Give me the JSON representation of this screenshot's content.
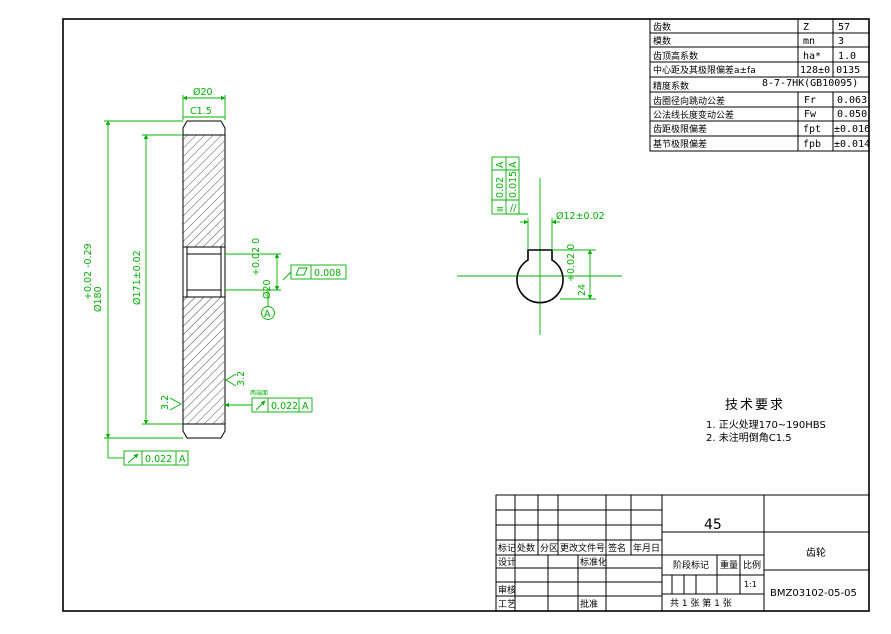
{
  "colors": {
    "outline": "#000000",
    "dimension": "#00b000",
    "background": "#ffffff"
  },
  "gear_params": {
    "rows": [
      {
        "name": "齿数",
        "symbol": "Z",
        "value": "57"
      },
      {
        "name": "模数",
        "symbol": "mn",
        "value": "3"
      },
      {
        "name": "齿顶高系数",
        "symbol": "ha*",
        "value": "1.0"
      },
      {
        "name": "中心距及其极限偏差a±fa",
        "symbol": "",
        "value": "128±0.0135"
      },
      {
        "name": "精度系数",
        "symbol": "",
        "value": "8-7-7HK(GB10095)"
      },
      {
        "name": "齿圈径向跳动公差",
        "symbol": "Fr",
        "value": "0.063"
      },
      {
        "name": "公法线长度变动公差",
        "symbol": "Fw",
        "value": "0.050"
      },
      {
        "name": "齿距极限偏差",
        "symbol": "fpt",
        "value": "±0.016"
      },
      {
        "name": "基节极限偏差",
        "symbol": "fpb",
        "value": "±0.014"
      }
    ]
  },
  "front_view": {
    "dim_top_width": "Ø20",
    "dim_chamfer": "C1.5",
    "dim_outer_tol": "+0.02 -0.29",
    "dim_outer": "Ø180",
    "dim_root": "Ø171±0.02",
    "dim_bore_tol": "+0.02 0",
    "dim_bore": "Ø20",
    "datum_label": "A",
    "flatness_value": "0.008",
    "runout_upper_value": "0.022",
    "runout_upper_datum": "A",
    "runout_lower_value": "0.022",
    "runout_lower_datum": "A",
    "roughness_left": "3.2",
    "roughness_right": "3.2",
    "small_note": "两端面"
  },
  "side_view": {
    "sym_value": "0.02",
    "sym_datum": "A",
    "par_value": "0.015",
    "par_datum": "A",
    "key_width": "Ø12±0.02",
    "key_depth_tol": "+0.02 0",
    "key_depth": "24"
  },
  "tech_requirements": {
    "heading": "技术要求",
    "items": [
      "1. 正火处理170~190HBS",
      "2. 未注明倒角C1.5"
    ]
  },
  "title_block": {
    "material": "45",
    "part_name": "齿轮",
    "drawing_number": "BMZ03102-05-05",
    "scale": "1:1",
    "sheets": "共 1 张 第 1 张",
    "labels": {
      "mark": "标记",
      "count": "处数",
      "zone": "分区",
      "doc": "更改文件号",
      "sign": "签名",
      "date": "年月日",
      "design": "设计",
      "std": "标准化",
      "check": "审核",
      "process": "工艺",
      "approve": "批准",
      "stage": "阶段标记",
      "weight": "重量",
      "ratio": "比例"
    }
  }
}
